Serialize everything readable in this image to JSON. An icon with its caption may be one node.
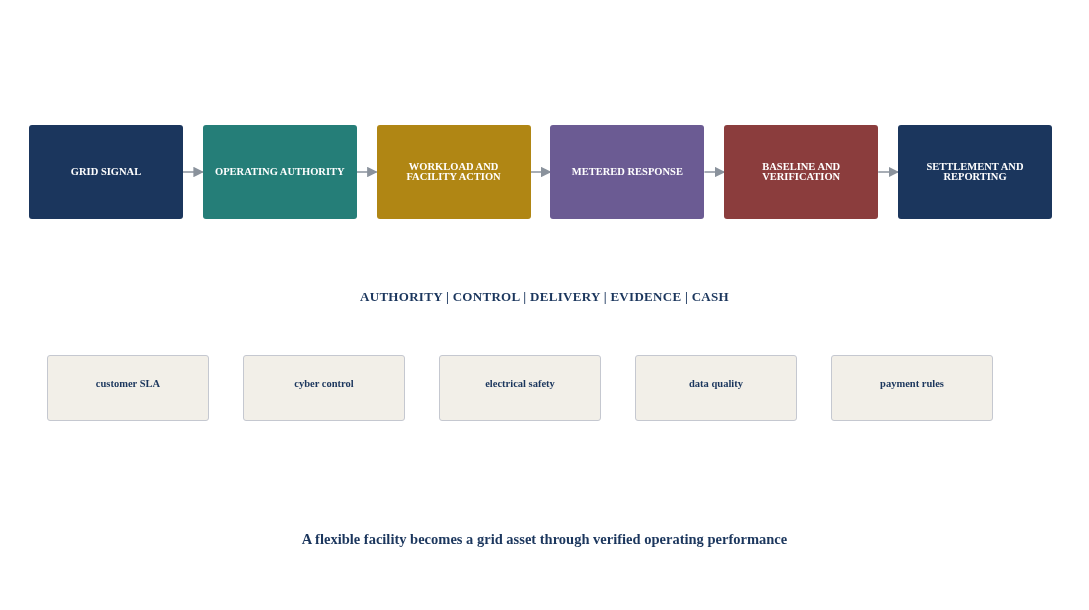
{
  "diagram": {
    "caption": "A flexible facility becomes a grid asset through verified operating performance",
    "nodes": [
      {
        "text": [
          "GRID SIGNAL"
        ]
      },
      {
        "text": [
          "OPERATING AUTHORITY"
        ]
      },
      {
        "text": [
          "WORKLOAD AND FACILITY ACTION"
        ]
      },
      {
        "text": [
          "METERED RESPONSE"
        ]
      },
      {
        "text": [
          "BASELINE AND VERIFICATION"
        ]
      },
      {
        "text": [
          "SETTLEMENT AND REPORTING"
        ]
      },
      {
        "text": [
          "customer SLA"
        ]
      },
      {
        "text": [
          "cyber control"
        ]
      },
      {
        "text": [
          "electrical safety"
        ]
      },
      {
        "text": [
          "data quality"
        ]
      },
      {
        "text": [
          "payment rules"
        ]
      }
    ],
    "edges": [
      {
        "from": 0,
        "to": 1,
        "arrow": "to"
      },
      {
        "from": 1,
        "to": 2,
        "arrow": "to"
      },
      {
        "from": 2,
        "to": 3,
        "arrow": "to"
      },
      {
        "from": 3,
        "to": 4,
        "arrow": "to"
      },
      {
        "from": 4,
        "to": 5,
        "arrow": "to"
      }
    ],
    "labels": [
      "AUTHORITY | CONTROL | DELIVERY | EVIDENCE | CASH"
    ]
  }
}
